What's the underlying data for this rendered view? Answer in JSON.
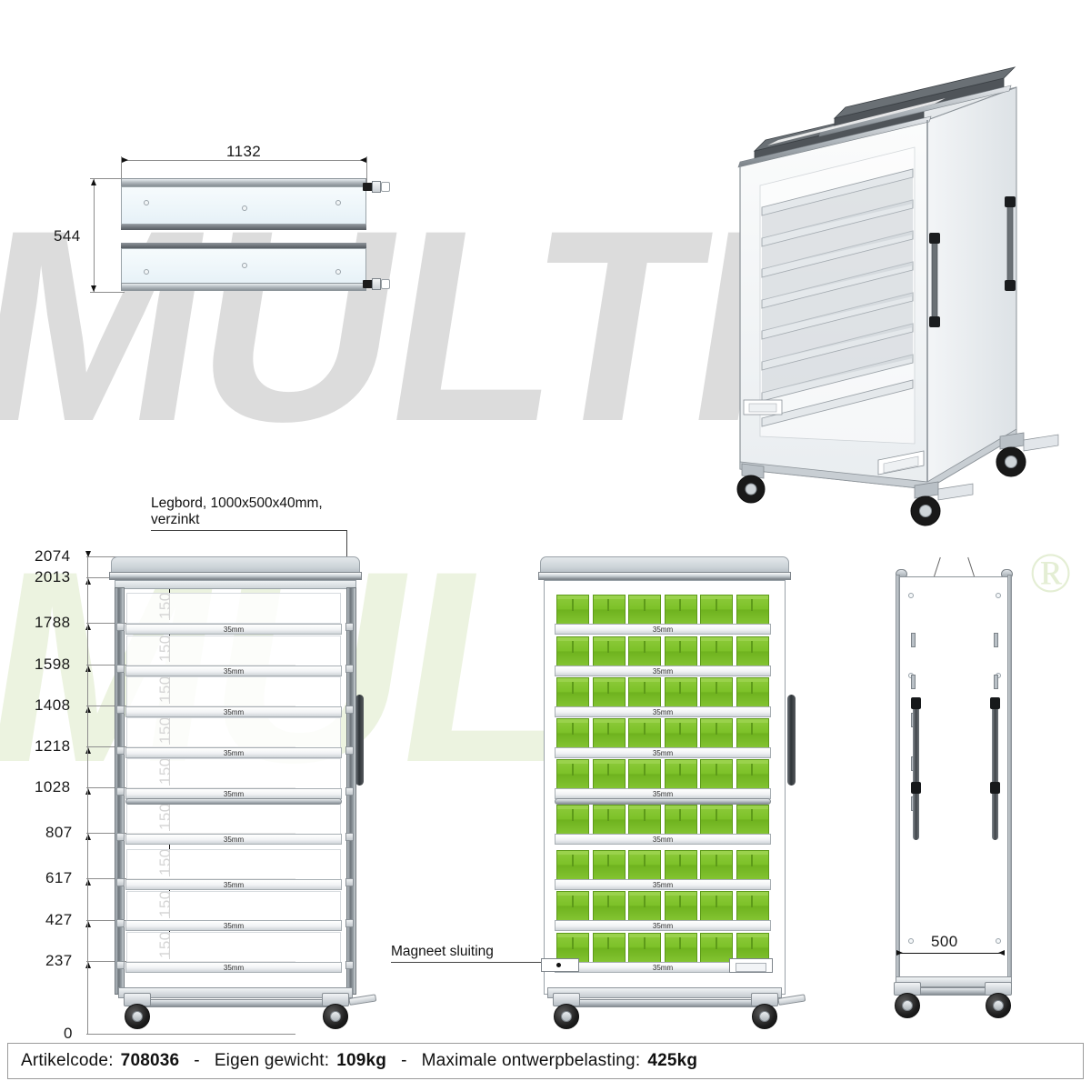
{
  "watermark": {
    "gray_text": "MULTI",
    "green_text": "MULTI",
    "registered_mark": "®",
    "gray_color": "#dcdcdc",
    "green_color": "#ecf3e0"
  },
  "top_view": {
    "width_dim": "1132",
    "depth_dim": "544"
  },
  "callouts": {
    "shelf": "Legbord, 1000x500x40mm,\nverzinkt",
    "magnet": "Magneet sluiting"
  },
  "front_view": {
    "height_dims": [
      "2074",
      "2013",
      "1788",
      "1598",
      "1408",
      "1218",
      "1028",
      "807",
      "617",
      "427",
      "237",
      "0"
    ],
    "gap_dims": [
      "150",
      "150",
      "150",
      "150",
      "150",
      "150",
      "150",
      "150",
      "150"
    ],
    "shelf_thickness_label": "35mm",
    "shelf_count": 9
  },
  "center_view": {
    "shelf_thickness_label": "35mm",
    "bin_rows": 9,
    "bins_per_row": 6,
    "bin_color": "#7cc128"
  },
  "side_view": {
    "depth_dim": "500"
  },
  "footer": {
    "article_label": "Artikelcode:",
    "article_value": "708036",
    "sep1": "-",
    "weight_label": "Eigen gewicht:",
    "weight_value": "109kg",
    "sep2": "-",
    "load_label": "Maximale ontwerpbelasting:",
    "load_value": "425kg"
  }
}
